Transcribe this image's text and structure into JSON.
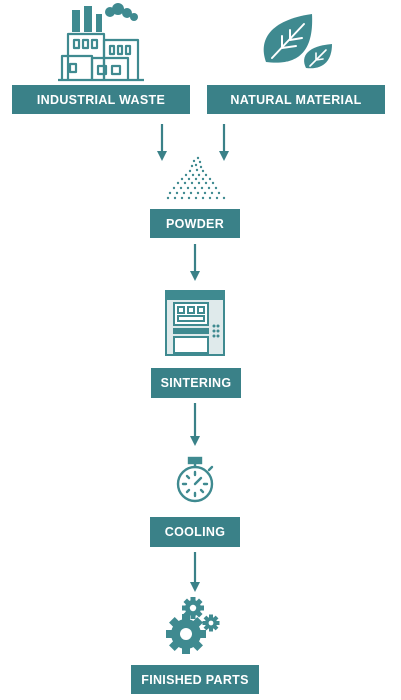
{
  "diagram": {
    "colors": {
      "teal": "#3a8188",
      "icon": "#3f8a90",
      "label_text": "#ffffff"
    },
    "nodes": {
      "industrial_waste": {
        "label": "INDUSTRIAL WASTE",
        "icon": "factory-icon"
      },
      "natural_material": {
        "label": "NATURAL MATERIAL",
        "icon": "leaves-icon"
      },
      "powder": {
        "label": "POWDER",
        "icon": "powder-pile-icon"
      },
      "sintering": {
        "label": "SINTERING",
        "icon": "furnace-machine-icon"
      },
      "cooling": {
        "label": "COOLING",
        "icon": "stopwatch-icon"
      },
      "finished_parts": {
        "label": "FINISHED PARTS",
        "icon": "gears-icon"
      }
    },
    "edges": [
      {
        "from": "industrial_waste",
        "to": "powder"
      },
      {
        "from": "natural_material",
        "to": "powder"
      },
      {
        "from": "powder",
        "to": "sintering"
      },
      {
        "from": "sintering",
        "to": "cooling"
      },
      {
        "from": "cooling",
        "to": "finished_parts"
      }
    ]
  }
}
